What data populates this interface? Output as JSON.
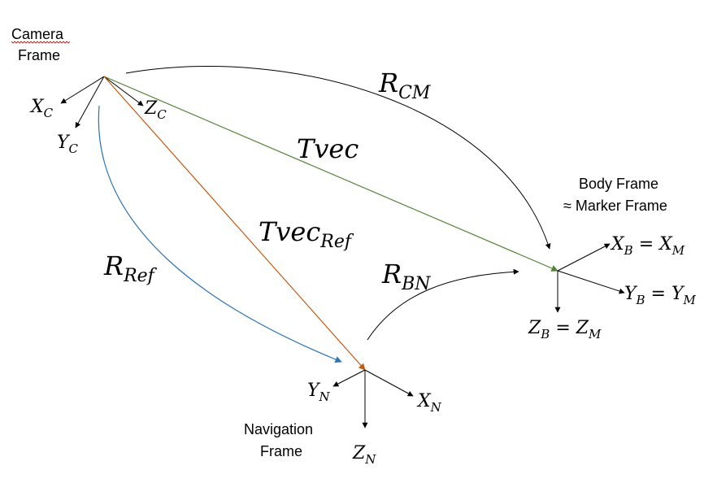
{
  "camera": {
    "title_line1": "Camera",
    "title_line2": "Frame",
    "x_axis": {
      "main": "X",
      "sub": "C"
    },
    "y_axis": {
      "main": "Y",
      "sub": "C"
    },
    "z_axis": {
      "main": "Z",
      "sub": "C"
    }
  },
  "body": {
    "title_line1": "Body Frame",
    "title_line2": "≈ Marker Frame",
    "x_axis": {
      "main": "X",
      "sub": "B",
      "eq": " = ",
      "main2": "X",
      "sub2": "M"
    },
    "y_axis": {
      "main": "Y",
      "sub": "B",
      "eq": " = ",
      "main2": "Y",
      "sub2": "M"
    },
    "z_axis": {
      "main": "Z",
      "sub": "B",
      "eq": " = ",
      "main2": "Z",
      "sub2": "M"
    }
  },
  "navigation": {
    "title_line1": "Navigation",
    "title_line2": "Frame",
    "x_axis": {
      "main": "X",
      "sub": "N"
    },
    "y_axis": {
      "main": "Y",
      "sub": "N"
    },
    "z_axis": {
      "main": "Z",
      "sub": "N"
    }
  },
  "transforms": {
    "r_cm": {
      "main": "R",
      "sub": "CM"
    },
    "tvec": {
      "main": "Tvec"
    },
    "tvec_ref": {
      "main": "Tvec",
      "sub": "Ref"
    },
    "r_ref": {
      "main": "R",
      "sub": "Ref"
    },
    "r_bn": {
      "main": "R",
      "sub": "BN"
    }
  },
  "colors": {
    "r_cm": "#7030a0",
    "tvec": "#548235",
    "tvec_ref": "#c55a11",
    "r_ref": "#2e75b6",
    "axes": "#000000"
  }
}
